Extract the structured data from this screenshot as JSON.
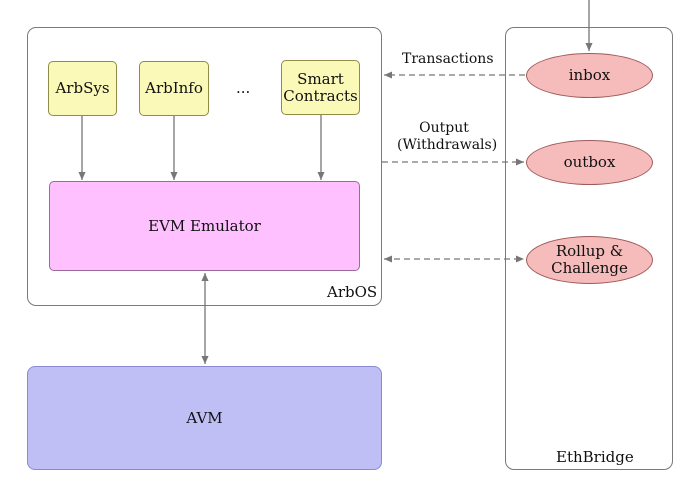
{
  "arbos": {
    "label": "ArbOS",
    "components": {
      "arbsys": "ArbSys",
      "arbinfo": "ArbInfo",
      "ellipsis": "...",
      "smart_contracts": "Smart\nContracts"
    },
    "evm_emulator": "EVM Emulator"
  },
  "avm": {
    "label": "AVM"
  },
  "ethbridge": {
    "label": "EthBridge",
    "inbox": "inbox",
    "outbox": "outbox",
    "rollup": "Rollup &\nChallenge"
  },
  "edges": {
    "transactions": "Transactions",
    "output": "Output\n(Withdrawals)"
  },
  "colors": {
    "yellow_box": "#fbf9b7",
    "evm_box": "#ffc0ff",
    "avm_box": "#bfbff5",
    "ellipse": "#f6bcbc",
    "line": "#777777"
  }
}
